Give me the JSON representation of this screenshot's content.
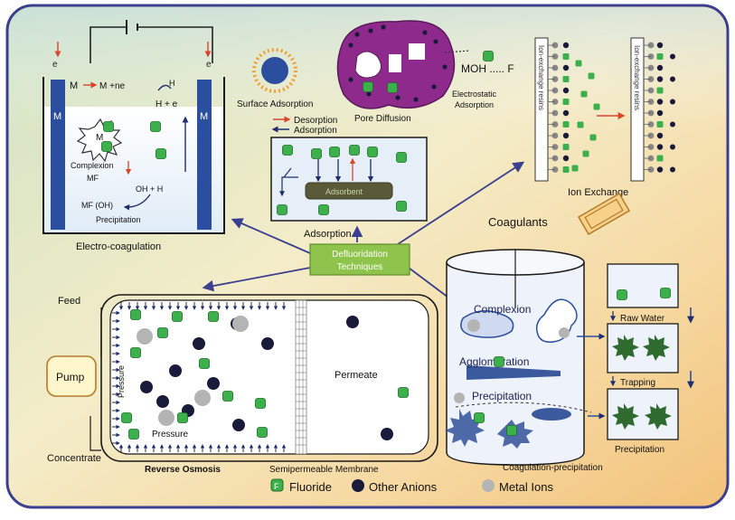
{
  "center": {
    "label_line1": "Defluoridation",
    "label_line2": "Techniques"
  },
  "electro": {
    "title": "Electro-coagulation",
    "electron_left": "e",
    "electron_right": "e",
    "electrode_left": "M",
    "electrode_right": "M",
    "reaction_M": "M",
    "reaction_ne": "M   +ne",
    "h2": "H",
    "h_plus": "H + e",
    "complex_ion": "M",
    "complexion": "Complexion",
    "mf": "MF",
    "oh": "OH + H",
    "mfoh": "MF  (OH)",
    "precipitation": "Precipitation"
  },
  "adsorption": {
    "surface": "Surface Adsorption",
    "pore": "Pore Diffusion",
    "electrostatic_1": "Electrostatic",
    "electrostatic_2": "Adsorption",
    "moh": "MOH ..... F",
    "desorption": "Desorption",
    "adsorption_arrow": "Adsorption",
    "adsorbent": "Adsorbent",
    "title": "Adsorption"
  },
  "ion_exchange": {
    "title": "Ion Exchange",
    "resin_left": "Ion-exchange resins",
    "resin_right": "Ion-exchange resins"
  },
  "reverse_osmosis": {
    "feed": "Feed",
    "pump": "Pump",
    "pressure_vertical": "Pressure",
    "pressure": "Pressure",
    "permeate": "Permeate",
    "concentrate": "Concentrate",
    "title": "Reverse Osmosis",
    "membrane": "Semipermeable Membrane"
  },
  "coagulation": {
    "coagulants": "Coagulants",
    "complexion": "Complexion",
    "agglomeration": "Agglomeration",
    "precipitation": "Precipitation",
    "raw_water": "Raw Water",
    "trapping": "Trapping",
    "precipitation_box": "Precipitation",
    "title": "Coagulation-precipitation"
  },
  "legend": [
    {
      "label": "Fluoride",
      "color": "#3cb04b"
    },
    {
      "label": "Other Anions",
      "color": "#1a1a3a"
    },
    {
      "label": "Metal Ions",
      "color": "#b4b4b4"
    }
  ],
  "fluoride_symbol": "F",
  "colors": {
    "frame": "#3a3f8f",
    "fluoride": "#3cb04b",
    "anion": "#1a1a3a",
    "metal": "#b4b4b4",
    "adsorbent_disc": "#8e2a8c",
    "electrode": "#2b4f9e",
    "center_box": "#8ec44b"
  }
}
